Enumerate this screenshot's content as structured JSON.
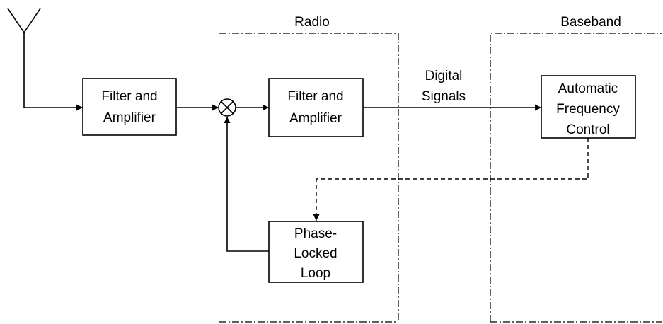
{
  "regions": {
    "radio_label": "Radio",
    "baseband_label": "Baseband"
  },
  "blocks": {
    "filter_amp_1": [
      "Filter and",
      "Amplifier"
    ],
    "filter_amp_2": [
      "Filter and",
      "Amplifier"
    ],
    "afc": [
      "Automatic",
      "Frequency",
      "Control"
    ],
    "pll": [
      "Phase-",
      "Locked",
      "Loop"
    ]
  },
  "signals": {
    "digital": [
      "Digital",
      "Signals"
    ]
  },
  "icons": {
    "antenna": "antenna-icon",
    "mixer": "mixer-icon"
  },
  "colors": {
    "line": "#000000",
    "background": "#ffffff"
  }
}
